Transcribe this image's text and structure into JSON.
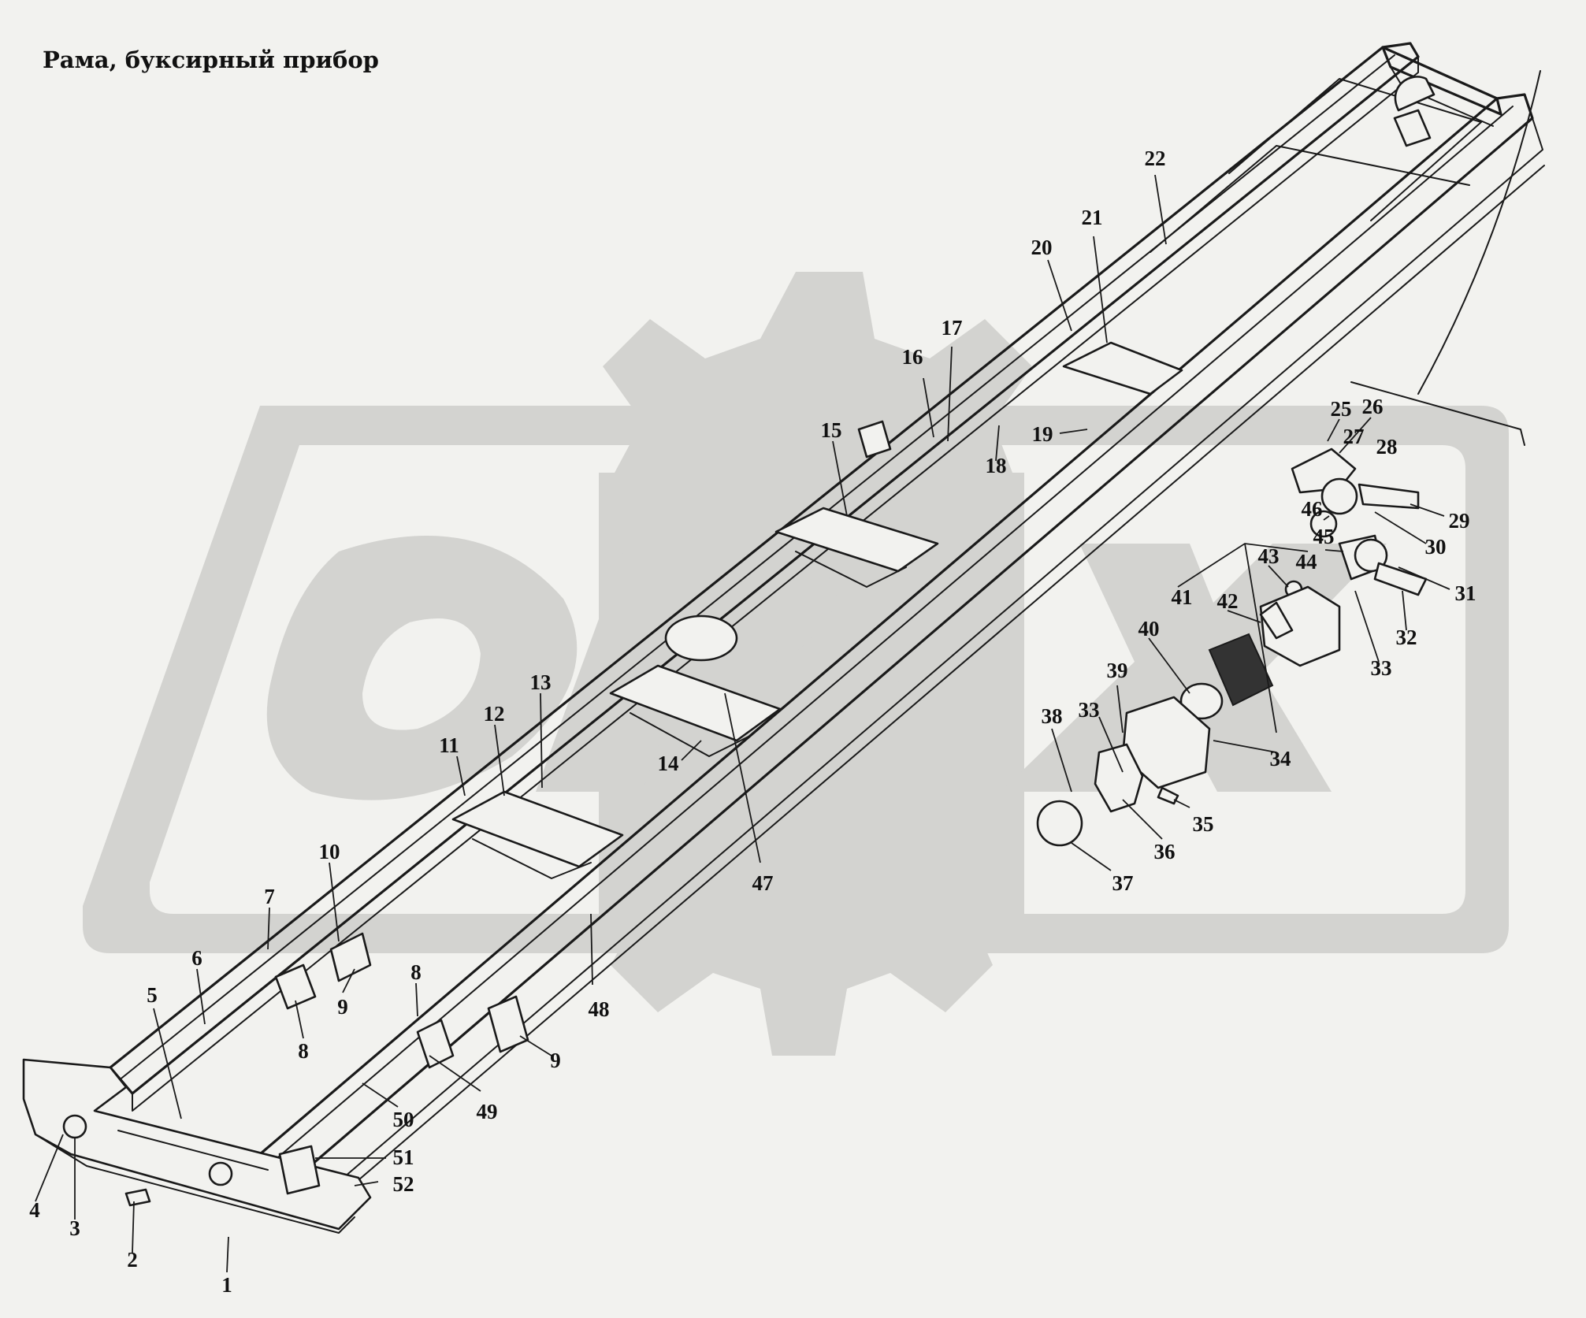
{
  "title": "Рама, буксирный прибор",
  "watermark": {
    "text": "ОРЕХ",
    "color": "#d3d3d0"
  },
  "callouts": [
    "1",
    "2",
    "3",
    "4",
    "5",
    "6",
    "7",
    "8",
    "8",
    "9",
    "9",
    "10",
    "11",
    "12",
    "13",
    "14",
    "15",
    "16",
    "17",
    "18",
    "19",
    "20",
    "21",
    "22",
    "25",
    "26",
    "27",
    "28",
    "29",
    "30",
    "31",
    "32",
    "33",
    "33",
    "34",
    "35",
    "36",
    "37",
    "38",
    "39",
    "40",
    "41",
    "42",
    "43",
    "44",
    "45",
    "46",
    "47",
    "48",
    "49",
    "50",
    "51",
    "52"
  ],
  "colors": {
    "background": "#f2f2ef",
    "lines": "#1a1a1a"
  }
}
